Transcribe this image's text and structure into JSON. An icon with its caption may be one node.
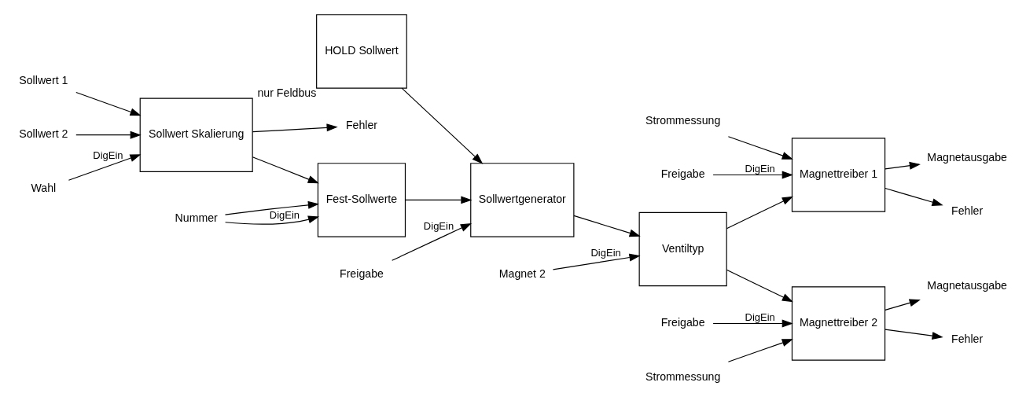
{
  "diagram": {
    "nodes": [
      {
        "text": [
          "HOLD Sollwert"
        ],
        "beside": [
          "nur Feldbus"
        ]
      },
      {
        "text": [
          "Magnettreiber 1"
        ]
      },
      {
        "text": [
          "Magnetausgabe"
        ]
      },
      {
        "text": [
          "Strommessung"
        ]
      },
      {
        "text": [
          "Sollwert 1"
        ]
      },
      {
        "text": [
          "Sollwert Skalierung"
        ]
      },
      {
        "text": [
          "Fest-Sollwerte"
        ]
      },
      {
        "text": [
          "Sollwertgenerator"
        ]
      },
      {
        "text": [
          "Ventiltyp"
        ]
      },
      {
        "text": [
          "Sollwert 2"
        ]
      },
      {
        "text": [
          "Freigabe"
        ]
      },
      {
        "text": [
          "Fehler"
        ]
      },
      {
        "text": [
          "Wahl"
        ]
      },
      {
        "text": [
          "Fehler"
        ]
      },
      {
        "text": [
          "Nummer"
        ]
      },
      {
        "text": [
          "Freigabe"
        ]
      },
      {
        "text": [
          "Magnet 2"
        ]
      },
      {
        "text": [
          "Magnettreiber 2"
        ]
      },
      {
        "text": [
          "Magnetausgabe"
        ]
      },
      {
        "text": [
          "Strommessung"
        ]
      },
      {
        "text": [
          "Freigabe"
        ]
      },
      {
        "text": [
          "Fehler"
        ]
      }
    ],
    "edges": [
      {
        "from": 4,
        "to": 5,
        "arrow": "to"
      },
      {
        "from": 9,
        "to": 5,
        "arrow": "to"
      },
      {
        "from": 12,
        "to": 5,
        "arrow": "to",
        "label": "DigEin"
      },
      {
        "from": 5,
        "to": 13,
        "arrow": "to"
      },
      {
        "from": 5,
        "to": 6,
        "arrow": "to"
      },
      {
        "from": 14,
        "to": 6,
        "arrow": "to",
        "label": "DigEin"
      },
      {
        "from": 14,
        "to": 6,
        "arrow": "to"
      },
      {
        "from": 6,
        "to": 7,
        "arrow": "to"
      },
      {
        "from": 0,
        "to": 7,
        "arrow": "to"
      },
      {
        "from": 15,
        "to": 7,
        "arrow": "to",
        "label": "DigEin"
      },
      {
        "from": 7,
        "to": 8,
        "arrow": "to"
      },
      {
        "from": 16,
        "to": 8,
        "arrow": "to",
        "label": "DigEin"
      },
      {
        "from": 8,
        "to": 1,
        "arrow": "to"
      },
      {
        "from": 8,
        "to": 17,
        "arrow": "to"
      },
      {
        "from": 1,
        "to": 2,
        "arrow": "to"
      },
      {
        "from": 3,
        "to": 1,
        "arrow": "to"
      },
      {
        "from": 10,
        "to": 1,
        "arrow": "to",
        "label": "DigEin"
      },
      {
        "from": 1,
        "to": 11,
        "arrow": "to"
      },
      {
        "from": 17,
        "to": 18,
        "arrow": "to"
      },
      {
        "from": 19,
        "to": 17,
        "arrow": "to"
      },
      {
        "from": 20,
        "to": 17,
        "arrow": "to",
        "label": "DigEin"
      },
      {
        "from": 17,
        "to": 21,
        "arrow": "to"
      }
    ]
  }
}
